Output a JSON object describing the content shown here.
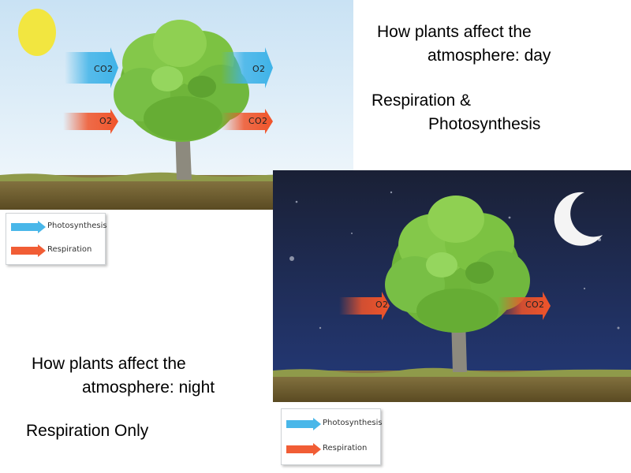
{
  "day_scene": {
    "arrows": {
      "in_top": "CO2",
      "out_top": "O2",
      "in_bottom": "O2",
      "out_bottom": "CO2"
    },
    "legend": {
      "photosynthesis": "Photosynthesis",
      "respiration": "Respiration"
    }
  },
  "night_scene": {
    "arrows": {
      "in": "O2",
      "out": "CO2"
    },
    "legend": {
      "photosynthesis": "Photosynthesis",
      "respiration": "Respiration"
    }
  },
  "captions": {
    "day_title_line1": "How plants affect the",
    "day_title_line2": "atmosphere: day",
    "day_process_line1": "Respiration &",
    "day_process_line2": "Photosynthesis",
    "night_title_line1": "How plants affect the",
    "night_title_line2": "atmosphere: night",
    "night_process": "Respiration Only"
  },
  "colors": {
    "photosynthesis_arrow": "#3fb3e8",
    "respiration_arrow": "#f0542a",
    "day_sky": "#dfeef8",
    "night_sky": "#1f2a4e",
    "sun": "#f2e640",
    "moon": "#f4f4f4",
    "ground": "#6b5a2e",
    "grass": "#8f9a4a",
    "tree_foliage": "#7cc242",
    "trunk": "#8d8a7e"
  }
}
